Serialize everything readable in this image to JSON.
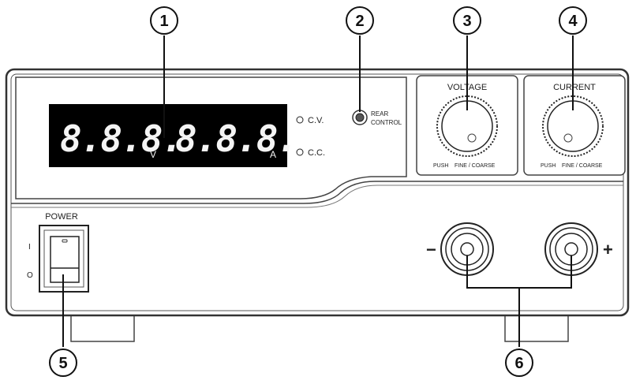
{
  "callouts": {
    "c1": "1",
    "c2": "2",
    "c3": "3",
    "c4": "4",
    "c5": "5",
    "c6": "6"
  },
  "display": {
    "voltage_digits": "8.8.8.",
    "voltage_unit": "V",
    "current_digits": "8.8.8.",
    "current_unit": "A",
    "cv_label": "C.V.",
    "cc_label": "C.C."
  },
  "rear_control": {
    "line1": "REAR",
    "line2": "CONTROL"
  },
  "voltage_knob": {
    "title": "VOLTAGE",
    "push_label": "PUSH",
    "mode_label": "FINE / COARSE"
  },
  "current_knob": {
    "title": "CURRENT",
    "push_label": "PUSH",
    "mode_label": "FINE / COARSE"
  },
  "power": {
    "title": "POWER",
    "on_mark": "I",
    "off_mark": "O"
  },
  "terminals": {
    "negative_sign": "−",
    "positive_sign": "+"
  }
}
